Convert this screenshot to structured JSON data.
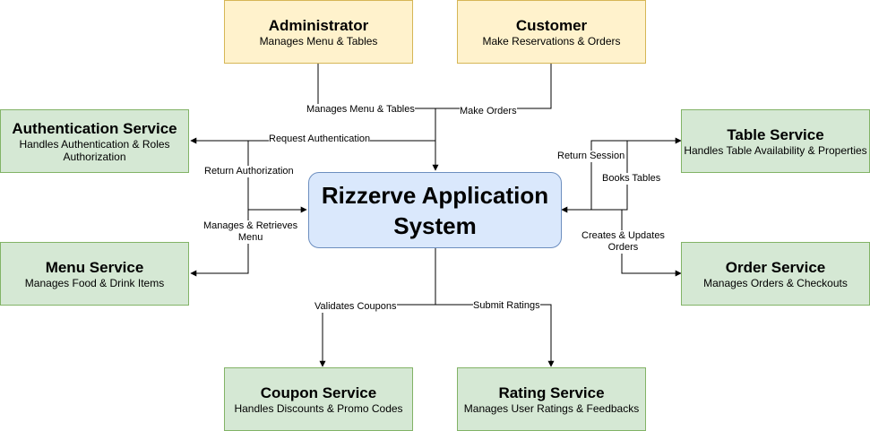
{
  "actors": {
    "administrator": {
      "title": "Administrator",
      "desc": "Manages Menu & Tables"
    },
    "customer": {
      "title": "Customer",
      "desc": "Make Reservations & Orders"
    }
  },
  "core": {
    "line1": "Rizzerve Application",
    "line2": "System"
  },
  "services": {
    "authentication": {
      "title": "Authentication Service",
      "desc1": "Handles Authentication & Roles",
      "desc2": "Authorization"
    },
    "menu": {
      "title": "Menu Service",
      "desc": "Manages Food & Drink Items"
    },
    "table": {
      "title": "Table Service",
      "desc": "Handles Table Availability & Properties"
    },
    "order": {
      "title": "Order Service",
      "desc": "Manages Orders & Checkouts"
    },
    "coupon": {
      "title": "Coupon Service",
      "desc": "Handles Discounts & Promo Codes"
    },
    "rating": {
      "title": "Rating Service",
      "desc": "Manages User Ratings & Feedbacks"
    }
  },
  "edges": {
    "manages_menu_tables": "Manages Menu & Tables",
    "make_orders": "Make Orders",
    "request_authentication": "Request Authentication",
    "return_authorization": "Return Authorization",
    "manages_retrieves_1": "Manages & Retrieves",
    "manages_retrieves_2": "Menu",
    "return_session": "Return Session",
    "books_tables": "Books Tables",
    "creates_updates_1": "Creates & Updates",
    "creates_updates_2": "Orders",
    "validates_coupons": "Validates Coupons",
    "submit_ratings": "Submit Ratings"
  },
  "colors": {
    "actor_fill": "#fff2cc",
    "actor_border": "#d6b656",
    "service_fill": "#d5e8d4",
    "service_border": "#82b366",
    "core_fill": "#dae8fc",
    "core_border": "#6c8ebf"
  }
}
